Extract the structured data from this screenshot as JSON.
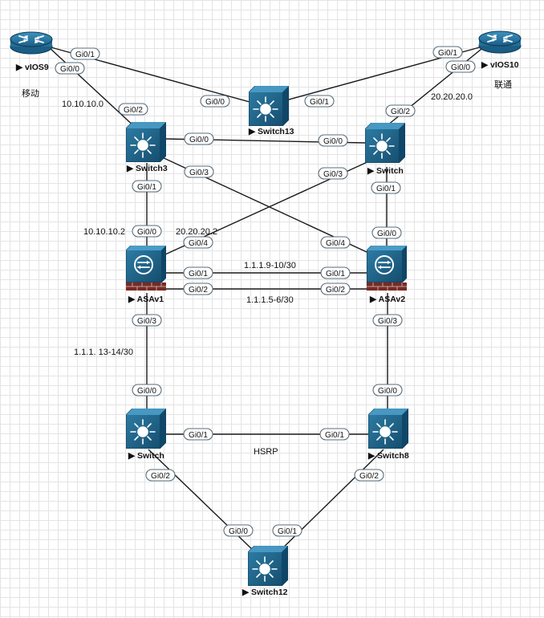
{
  "devices": {
    "vios9": {
      "label": "vIOS9",
      "icon": "router-icon"
    },
    "vios10": {
      "label": "vIOS10",
      "icon": "router-icon"
    },
    "switch13": {
      "label": "Switch13",
      "icon": "switch-icon"
    },
    "switch3": {
      "label": "Switch3",
      "icon": "switch-icon"
    },
    "switch_r": {
      "label": "Switch",
      "icon": "switch-icon"
    },
    "asav1": {
      "label": "ASAv1",
      "icon": "firewall-icon"
    },
    "asav2": {
      "label": "ASAv2",
      "icon": "firewall-icon"
    },
    "switch_l": {
      "label": "Switch",
      "icon": "switch-icon"
    },
    "switch8": {
      "label": "Switch8",
      "icon": "switch-icon"
    },
    "switch12": {
      "label": "Switch12",
      "icon": "switch-icon"
    }
  },
  "ports": {
    "vios9_switch13": "Gi0/1",
    "vios9_switch3": "Gi0/0",
    "switch13_vios9": "Gi0/0",
    "switch13_vios10": "Gi0/1",
    "vios10_switch13": "Gi0/1",
    "vios10_switchr": "Gi0/0",
    "switch3_vios9": "Gi0/2",
    "switch3_switchr": "Gi0/0",
    "switch3_asav2": "Gi0/3",
    "switch3_asav1": "Gi0/1",
    "switchr_vios10": "Gi0/2",
    "switchr_switch3": "Gi0/0",
    "switchr_asav1": "Gi0/3",
    "switchr_asav2": "Gi0/1",
    "asav1_switch3": "Gi0/0",
    "asav1_switchr": "Gi0/4",
    "asav1_asav2_a": "Gi0/1",
    "asav1_asav2_b": "Gi0/2",
    "asav1_switchl": "Gi0/3",
    "asav2_switchr": "Gi0/0",
    "asav2_switch3": "Gi0/4",
    "asav2_asav1_a": "Gi0/1",
    "asav2_asav1_b": "Gi0/2",
    "asav2_switch8": "Gi0/3",
    "switchl_asav1": "Gi0/0",
    "switchl_switch8": "Gi0/1",
    "switchl_switch12": "Gi0/2",
    "switch8_asav2": "Gi0/0",
    "switch8_switchl": "Gi0/1",
    "switch8_switch12": "Gi0/2",
    "switch12_switchl": "Gi0/0",
    "switch12_switch8": "Gi0/1"
  },
  "annotations": {
    "isp_mobile": "移动",
    "isp_unicom": "联通",
    "net_mobile": "10.10.10.0",
    "net_unicom": "20.20.20.0",
    "ip_asav1_outside_mobile": "10.10.10.2",
    "ip_asav1_outside_unicom": "20.20.20.2",
    "link_failover_a": "1.1.1.9-10/30",
    "link_failover_b": "1.1.1.5-6/30",
    "link_inside": "1.1.1. 13-14/30",
    "hsrp": "HSRP"
  },
  "colors": {
    "router": "#2f7fa8",
    "switch": "#1c5f84",
    "firewall": "#2c6f94",
    "link": "#1a1a1a",
    "port_border": "#5a6e7a"
  }
}
